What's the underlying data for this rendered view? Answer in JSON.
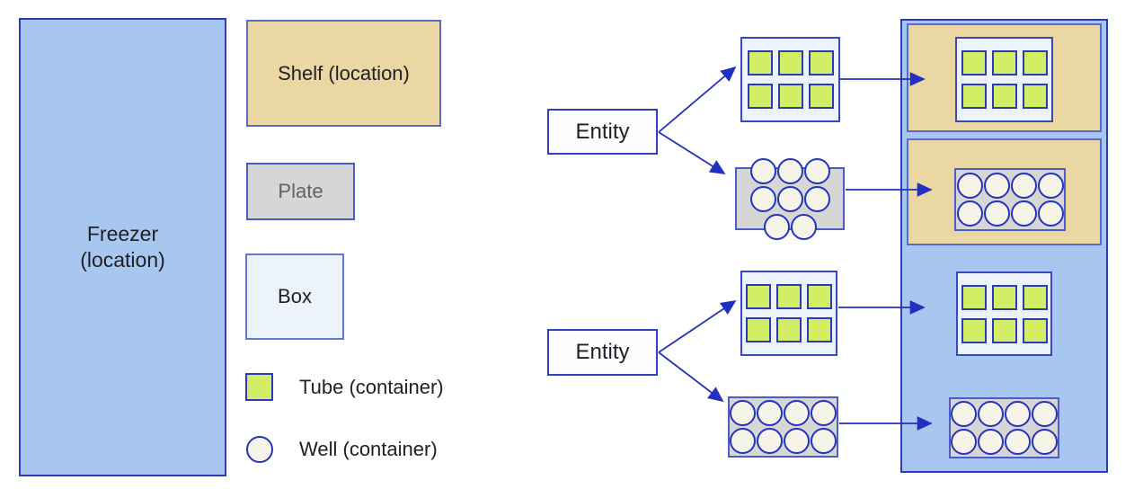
{
  "legend": {
    "freezer": {
      "label": "Freezer (location)"
    },
    "shelf": {
      "label": "Shelf (location)"
    },
    "plate": {
      "label": "Plate"
    },
    "box": {
      "label": "Box"
    },
    "tube": {
      "label": "Tube (container)"
    },
    "well": {
      "label": "Well (container)"
    }
  },
  "flows": [
    {
      "entity_label": "Entity"
    },
    {
      "entity_label": "Entity"
    }
  ],
  "grids": {
    "tube_count": 6,
    "tube_rows": 2,
    "tube_cols": 3,
    "well_count": 8,
    "well_rows": 2,
    "well_cols": 4
  },
  "colors": {
    "freezer_fill": "#a7c7f0",
    "freezer_border": "#2c3cb9",
    "shelf_fill": "#ebd7a4",
    "shelf_border": "#5a69cc",
    "plate_fill": "#d6d6d4",
    "plate_border": "#4d5ccd",
    "box_fill": "#edf3fc",
    "box_border": "#6676d4",
    "smallbox_border": "#3748c2",
    "tube_fill": "#d4ed66",
    "tube_border": "#2c3cb9",
    "well_fill": "#f6f4e8",
    "well_border": "#2433c0",
    "entity_fill": "#fdfcff",
    "entity_border": "#2f40c7",
    "arrow": "#2130c0",
    "text": "#202124",
    "plate_text": "#5f6368"
  }
}
